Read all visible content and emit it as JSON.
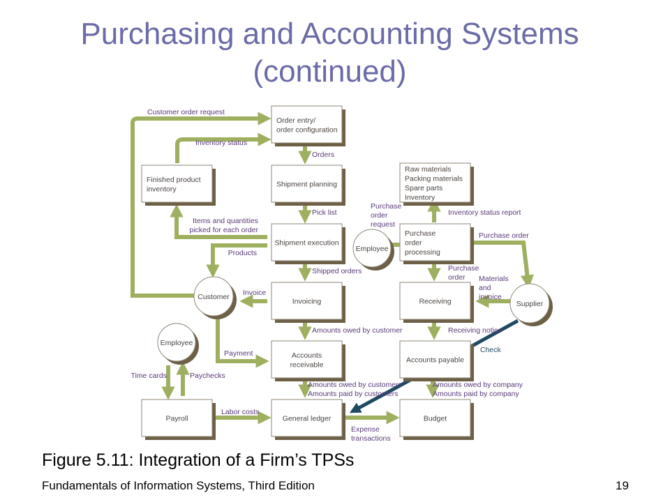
{
  "title": {
    "line1": "Purchasing and Accounting Systems",
    "line2": "(continued)"
  },
  "caption": "Figure 5.11: Integration of a Firm’s TPSs",
  "footer": "Fundamentals of Information Systems, Third Edition",
  "page_number": "19",
  "colors": {
    "title": "#6b6ba8",
    "arrow": "#9eb060",
    "check_arrow": "#1f4a62",
    "label": "#5a3a7a",
    "shadow": "#6e5f47"
  },
  "nodes": {
    "order_entry": [
      "Order entry/",
      "order configuration"
    ],
    "finished_product": [
      "Finished product",
      "inventory"
    ],
    "shipment_planning": [
      "Shipment planning"
    ],
    "shipment_execution": [
      "Shipment execution"
    ],
    "invoicing": [
      "Invoicing"
    ],
    "accounts_receivable": [
      "Accounts",
      "receivable"
    ],
    "payroll": [
      "Payroll"
    ],
    "general_ledger": [
      "General ledger"
    ],
    "budget": [
      "Budget"
    ],
    "raw_materials": [
      "Raw materials",
      "Packing materials",
      "Spare parts",
      "Inventory"
    ],
    "purchase_order_processing": [
      "Purchase",
      "order",
      "processing"
    ],
    "receiving": [
      "Receiving"
    ],
    "accounts_payable": [
      "Accounts payable"
    ],
    "customer": [
      "Customer"
    ],
    "employee_left": [
      "Employee"
    ],
    "employee_mid": [
      "Employee"
    ],
    "supplier": [
      "Supplier"
    ]
  },
  "flows": {
    "customer_order_request": [
      "Customer order request"
    ],
    "inventory_status": [
      "Inventory status"
    ],
    "orders": [
      "Orders"
    ],
    "pick_list": [
      "Pick list"
    ],
    "items_quantities": [
      "Items and quantities",
      "picked for each order"
    ],
    "products": [
      "Products"
    ],
    "shipped_orders": [
      "Shipped orders"
    ],
    "invoice": [
      "Invoice"
    ],
    "amounts_owed_customer": [
      "Amounts owed by customer"
    ],
    "payment": [
      "Payment"
    ],
    "time_cards": [
      "Time cards"
    ],
    "paychecks": [
      "Paychecks"
    ],
    "labor_costs": [
      "Labor costs"
    ],
    "amounts_customers": [
      "Amounts owed by customers",
      "Amounts paid by customers"
    ],
    "expense_transactions": [
      "Expense",
      "transactions"
    ],
    "amounts_company": [
      "Amounts owed by company",
      "Amounts paid by company"
    ],
    "purchase_order_request": [
      "Purchase",
      "order",
      "request"
    ],
    "inventory_status_report": [
      "Inventory status report"
    ],
    "purchase_order": [
      "Purchase order"
    ],
    "purchase_order_2": [
      "Purchase",
      "order"
    ],
    "materials_invoice": [
      "Materials",
      "and",
      "invoice"
    ],
    "receiving_notice": [
      "Receiving notice"
    ],
    "check": [
      "Check"
    ]
  }
}
